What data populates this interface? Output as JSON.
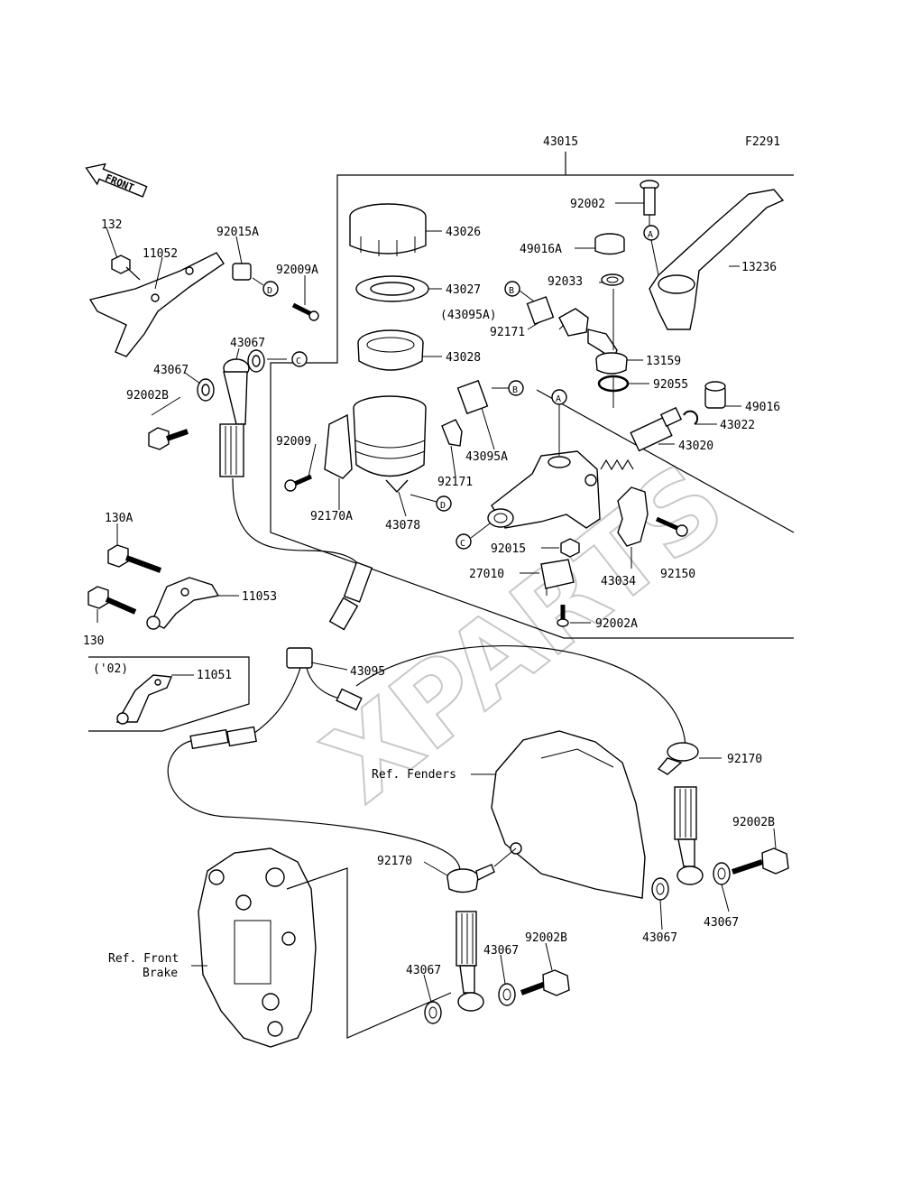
{
  "figure_code": "F2291",
  "watermark": "XPARTS",
  "front_arrow": {
    "text": "FRONT",
    "icon": "front-arrow-icon"
  },
  "assembly_label": "43015",
  "references": {
    "fenders": "Ref. Fenders",
    "front_brake_line1": "Ref. Front",
    "front_brake_line2": "Brake"
  },
  "inset_note": "('02)",
  "callout_letters": [
    "A",
    "B",
    "C",
    "D"
  ],
  "labels": {
    "p132": "132",
    "p11052": "11052",
    "p92015A": "92015A",
    "p92009A": "92009A",
    "p43067_a": "43067",
    "p43067_b": "43067",
    "p92002B_a": "92002B",
    "p130A": "130A",
    "p130": "130",
    "p11053": "11053",
    "p11051": "11051",
    "p43095": "43095",
    "p43026": "43026",
    "p43027": "43027",
    "p43028": "43028",
    "p92009": "92009",
    "p92170A": "92170A",
    "p43078": "43078",
    "p92171_a": "92171",
    "p43095A": "43095A",
    "p43095A_paren": "(43095A)",
    "p92171_b": "92171",
    "p92033": "92033",
    "p92002": "92002",
    "p49016A": "49016A",
    "p13236": "13236",
    "p13159": "13159",
    "p92055": "92055",
    "p49016": "49016",
    "p43022": "43022",
    "p43020": "43020",
    "p92015": "92015",
    "p27010": "27010",
    "p43034": "43034",
    "p92150": "92150",
    "p92002A": "92002A",
    "p92170_a": "92170",
    "p92002B_b": "92002B",
    "p43067_c": "43067",
    "p43067_d": "43067",
    "p92170_b": "92170",
    "p92002B_c": "92002B",
    "p43067_e": "43067",
    "p43067_f": "43067"
  }
}
